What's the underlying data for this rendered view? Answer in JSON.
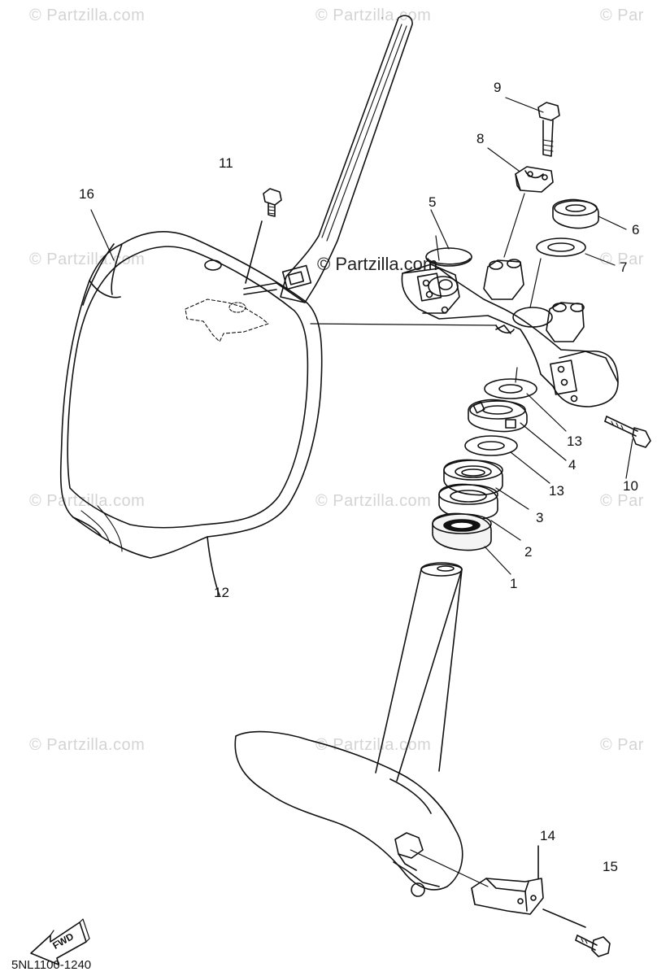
{
  "diagram": {
    "code": "5NL1100-1240",
    "fwd_label": "FWD",
    "watermark_main": "© Partzilla.com",
    "watermarks": [
      "© Partzilla.com",
      "© Partzilla.com",
      "© Par",
      "© Partzilla.com",
      "© Partzilla.com",
      "© Par",
      "© Partzilla.com",
      "© Partzilla.com",
      "© Par",
      "© Partzilla.com",
      "© Partzilla.com",
      "© Par"
    ],
    "callouts": [
      "1",
      "2",
      "3",
      "4",
      "5",
      "6",
      "7",
      "8",
      "9",
      "10",
      "11",
      "12",
      "13",
      "13",
      "14",
      "15",
      "16"
    ]
  }
}
